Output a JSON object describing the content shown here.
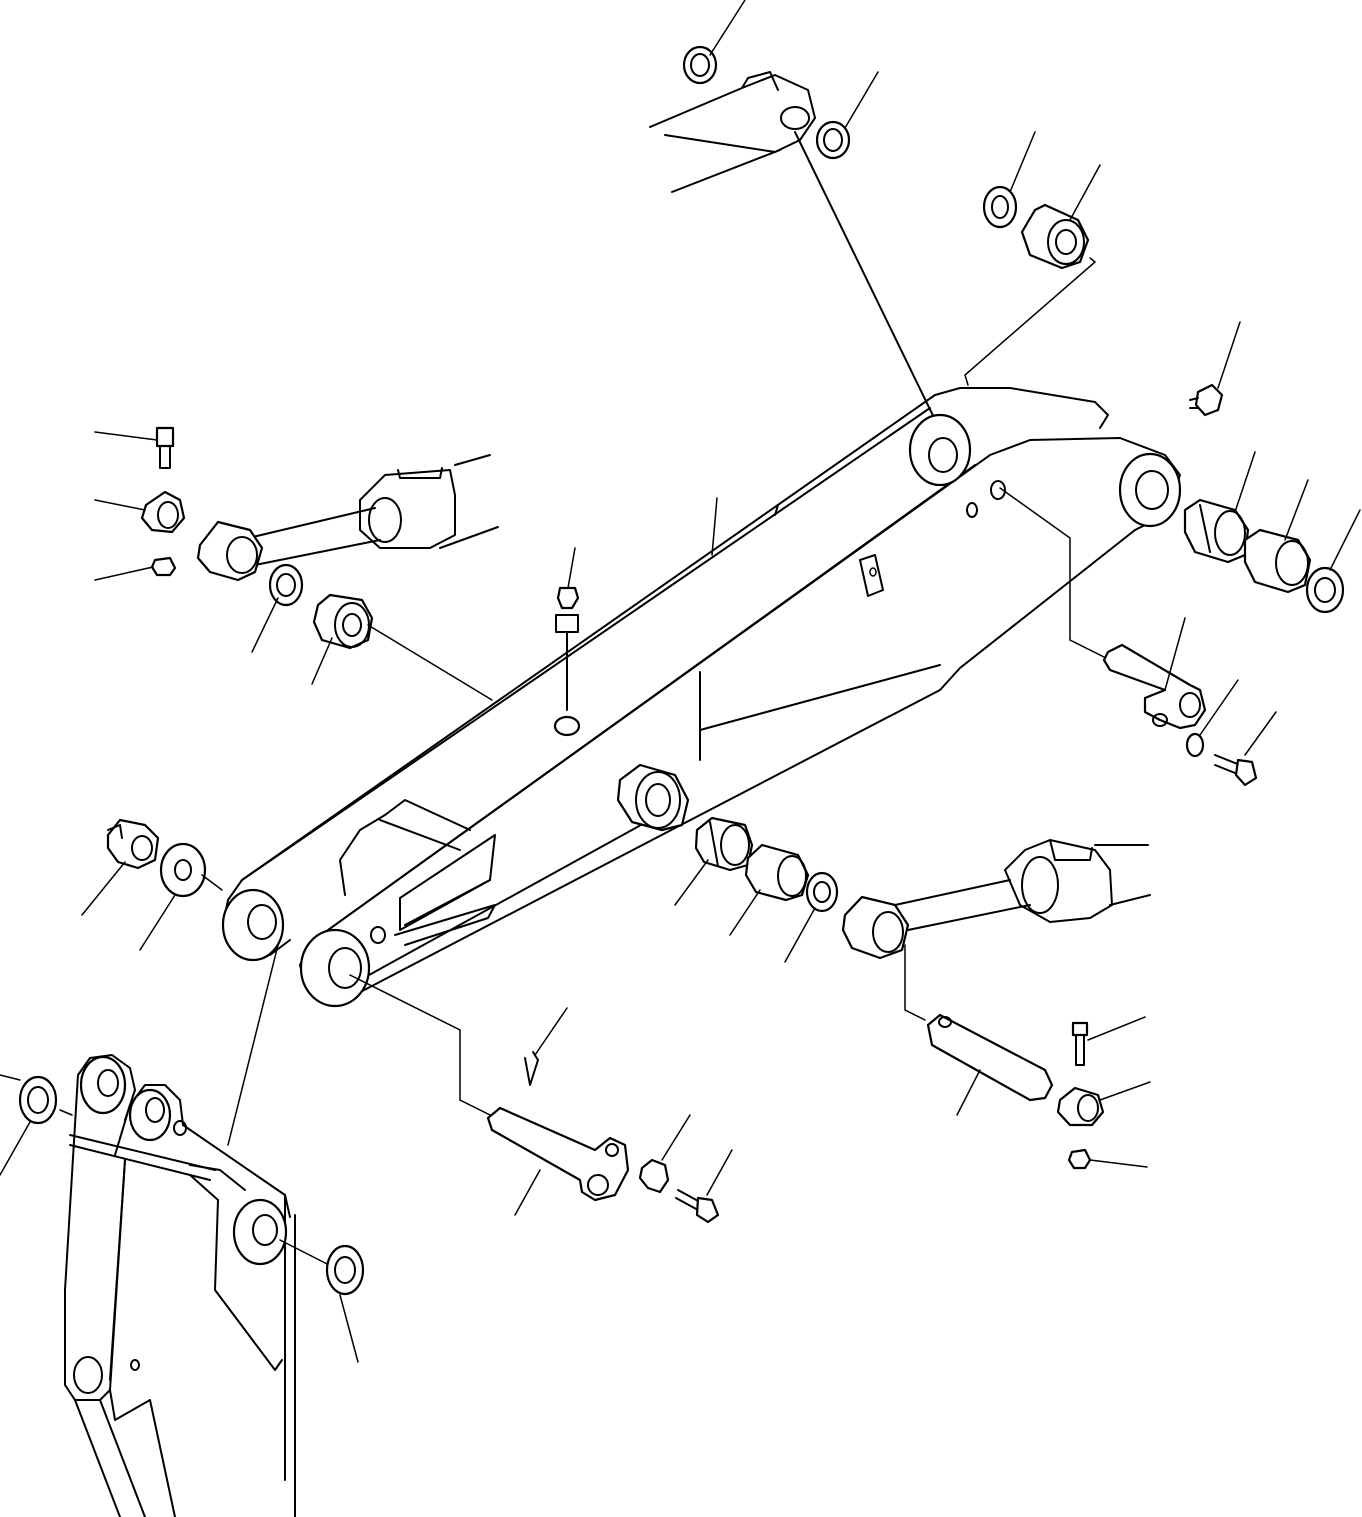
{
  "diagram": {
    "kind": "exploded parts view",
    "colors": {
      "line": "#000000",
      "background": "#ffffff"
    },
    "parts": [
      "arm",
      "boom-cylinder-rod-end",
      "arm-cylinder-rod-end",
      "bucket-cylinder",
      "arm-foot-pin",
      "boom-top-pin",
      "cylinder-pin-left",
      "cylinder-pin-right",
      "bushings",
      "shims",
      "grease-fittings",
      "bolts",
      "nuts",
      "boom-tip"
    ]
  }
}
